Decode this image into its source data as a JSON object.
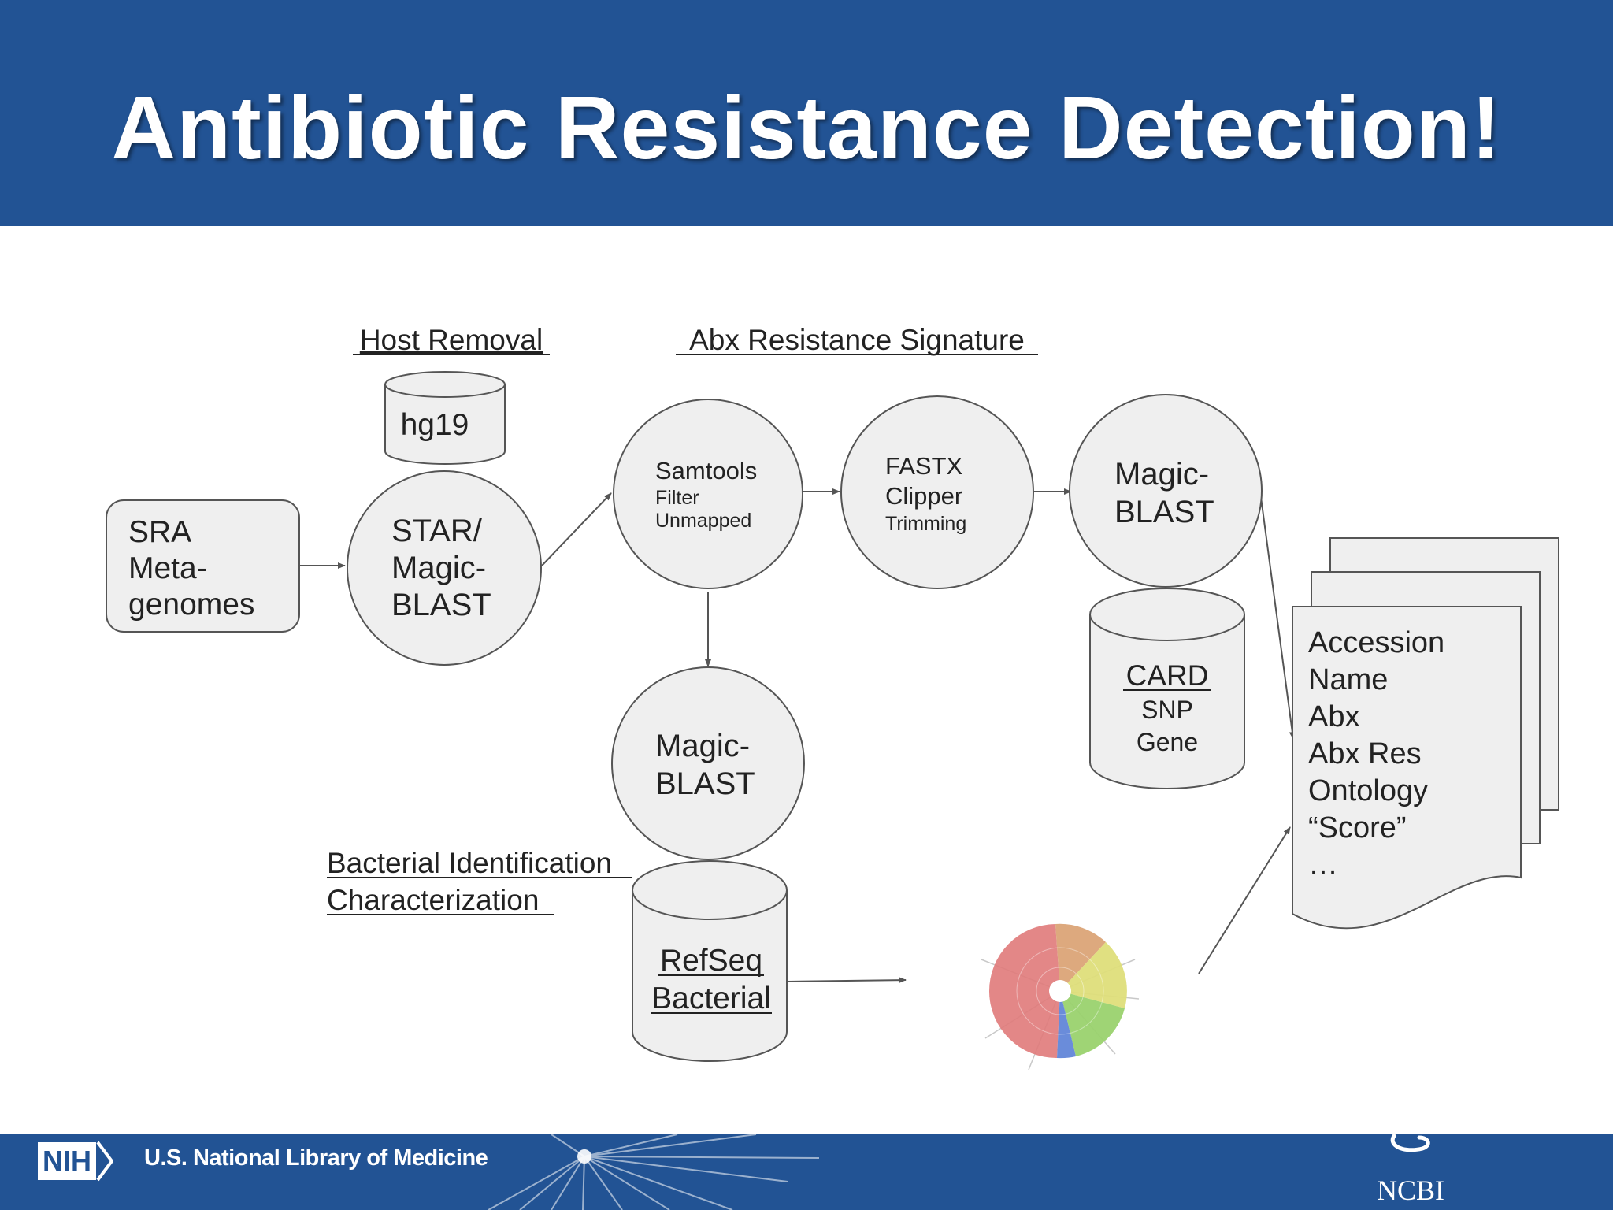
{
  "slide": {
    "title": "Antibiotic Resistance Detection!"
  },
  "diagram": {
    "section_labels": {
      "host_removal": "Host Removal",
      "abx_signature": "Abx Resistance Signature",
      "bacterial_line1": "Bacterial Identification",
      "bacterial_line2": "Characterization"
    },
    "sra_node": [
      "SRA",
      "Meta-",
      "genomes"
    ],
    "hg19_db": "hg19",
    "star_node": [
      "STAR/",
      "Magic-",
      "BLAST"
    ],
    "samtools_node": {
      "name": "Samtools",
      "sub": [
        "Filter",
        "Unmapped"
      ]
    },
    "fastx_node": {
      "name": [
        "FASTX",
        "Clipper"
      ],
      "sub": "Trimming"
    },
    "magicblast_abx_node": [
      "Magic-",
      "BLAST"
    ],
    "card_db": {
      "name": "CARD",
      "lines": [
        "SNP",
        "Gene"
      ]
    },
    "magicblast_bact_node": [
      "Magic-",
      "BLAST"
    ],
    "refseq_db": [
      "RefSeq",
      "Bacterial"
    ],
    "report_doc": [
      "Accession",
      "Name",
      "Abx",
      "Abx Res",
      "Ontology",
      "“Score”",
      "…"
    ]
  },
  "footer": {
    "nih_badge": "NIH",
    "nlm_label": "U.S. National Library of Medicine",
    "ncbi_label": "NCBI"
  },
  "colors": {
    "banner": "#225394",
    "node_fill": "#efefef",
    "node_stroke": "#555555"
  },
  "icons": [
    "nih-chevron-icon",
    "starburst-graphic",
    "ncbi-logo-icon",
    "sunburst-chart-icon"
  ]
}
